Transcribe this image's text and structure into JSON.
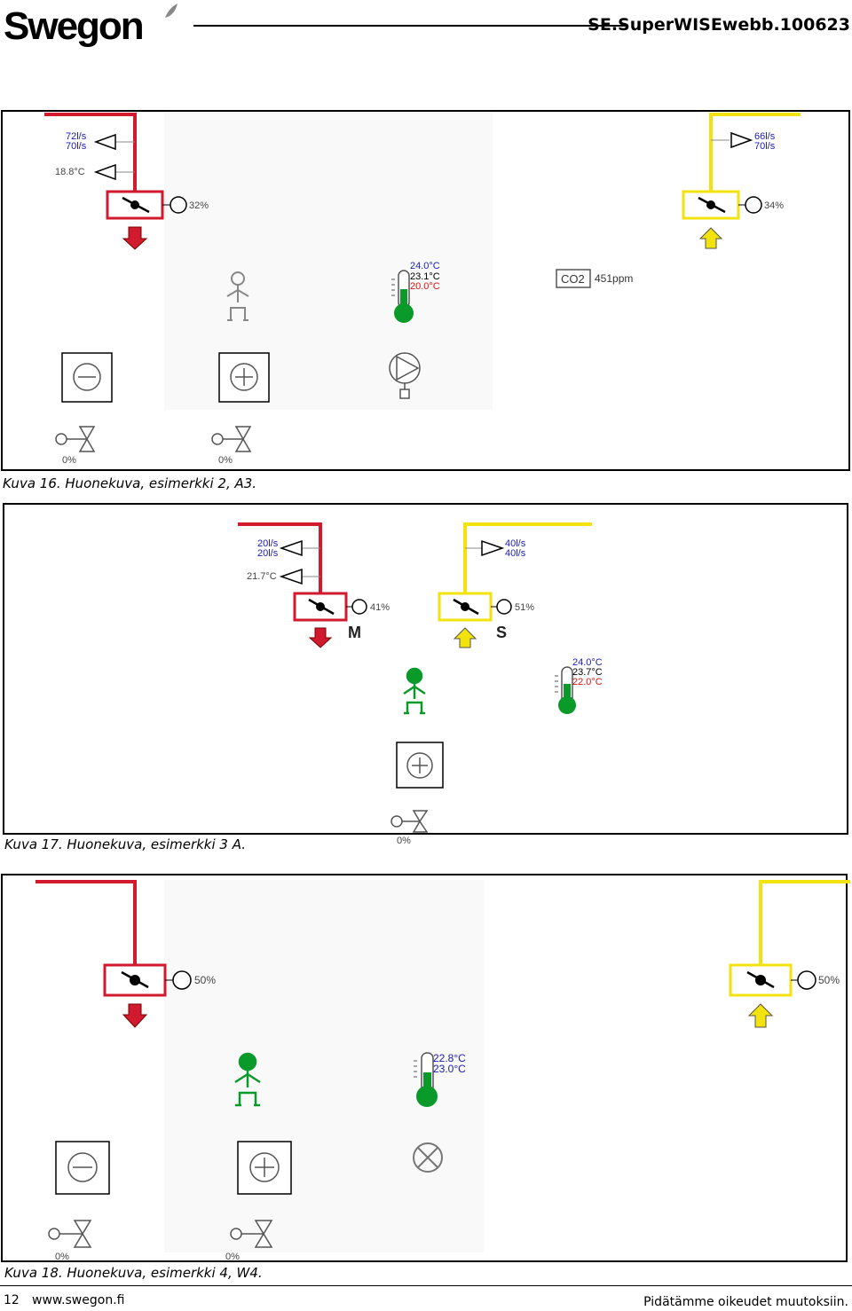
{
  "header": {
    "document_id": "SE.SuperWISEwebb.100623"
  },
  "colors": {
    "extract": "#d21a2e",
    "supply": "#f2e20e",
    "temp_green": "#0a9a2a",
    "flow_blue": "#1a1ab8",
    "temp_red": "#e01010"
  },
  "figures": [
    {
      "caption": "Kuva 16. Huonekuva, esimerkki 2, A3.",
      "extract_flows": [
        "72l/s",
        "70l/s"
      ],
      "extract_temp": "18.8°C",
      "extract_damper": "32%",
      "supply_flows": [
        "66l/s",
        "70l/s"
      ],
      "supply_damper": "34%",
      "room_temps": [
        "24.0°C",
        "23.1°C",
        "20.0°C"
      ],
      "co2_label": "CO2",
      "co2_value": "451ppm",
      "valves": [
        "0%",
        "0%"
      ],
      "icons": [
        "minus-button-icon",
        "plus-button-icon",
        "presence-outline-icon",
        "thermometer-icon",
        "co2-sensor-icon",
        "pump-icon"
      ]
    },
    {
      "caption": "Kuva 17. Huonekuva, esimerkki 3 A.",
      "extract_flows": [
        "20l/s",
        "20l/s"
      ],
      "extract_temp": "21.7°C",
      "extract_damper": "41%",
      "extract_letter": "M",
      "supply_flows": [
        "40l/s",
        "40l/s"
      ],
      "supply_damper": "51%",
      "supply_letter": "S",
      "room_temps": [
        "24.0°C",
        "23.7°C",
        "22.0°C"
      ],
      "valves": [
        "0%"
      ],
      "icons": [
        "presence-green-icon",
        "thermometer-icon",
        "plus-button-icon"
      ]
    },
    {
      "caption": "Kuva 18. Huonekuva, esimerkki 4, W4.",
      "extract_damper": "50%",
      "supply_damper": "50%",
      "room_temps": [
        "22.8°C",
        "23.0°C"
      ],
      "valves": [
        "0%",
        "0%"
      ],
      "icons": [
        "minus-button-icon",
        "plus-button-icon",
        "presence-green-icon",
        "thermometer-icon",
        "cross-circle-icon"
      ]
    }
  ],
  "footer": {
    "page_number": "12",
    "website": "www.swegon.fi",
    "notice": "Pidätämme oikeudet muutoksiin."
  }
}
